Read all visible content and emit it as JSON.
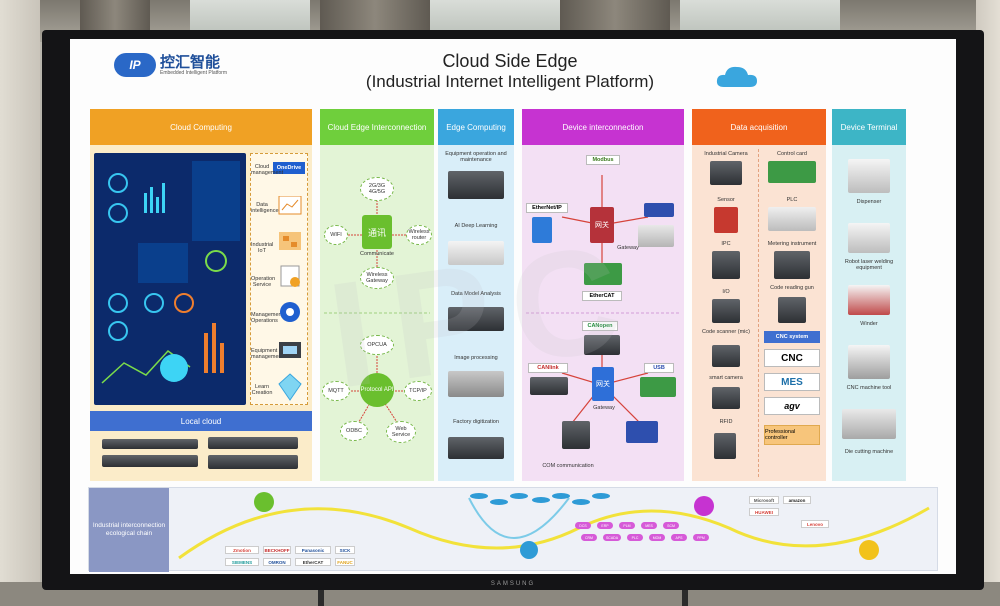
{
  "header": {
    "logo_badge": "IP",
    "logo_cn": "控汇智能",
    "logo_en": "Embedded Intelligent Platform",
    "title_line1": "Cloud Side Edge",
    "title_line2": "(Industrial Internet Intelligent Platform)"
  },
  "cloud_computing": {
    "title": "Cloud Computing",
    "services": [
      "Cloud management",
      "Data intelligence",
      "Industrial IoT",
      "Operation Service",
      "Management Operations",
      "Equipment management",
      "Learn Creation"
    ],
    "badge": "OneDrive",
    "local_cloud": "Local cloud"
  },
  "edge_interconnection": {
    "title": "Cloud Edge Interconnection",
    "hub1_label": "Communicate",
    "hub1_cn": "通讯",
    "hub1_nodes": [
      "2G/3G 4G/5G",
      "WIFI",
      "Wireless router",
      "Wireless Gateway"
    ],
    "hub2_label": "Protocol API",
    "hub2_nodes": [
      "OPCUA",
      "MQTT",
      "TCP/IP",
      "ODBC",
      "Web Service"
    ]
  },
  "edge_computing": {
    "title": "Edge Computing",
    "items": [
      "Equipment operation and maintenance",
      "AI Deep Learning",
      "Data Model Analysis",
      "Image processing",
      "Factory digitization"
    ]
  },
  "device_interconnection": {
    "title": "Device interconnection",
    "protocols_top": [
      "Modbus",
      "EtherNet/IP",
      "EtherCAT"
    ],
    "gateway_label": "Gateway",
    "gateway_cn": "网关",
    "protocols_bottom": [
      "CANopen",
      "CANlink",
      "USB",
      "COM communication"
    ]
  },
  "data_acquisition": {
    "title": "Data acquisition",
    "left": [
      "Industrial Camera",
      "Sensor",
      "IPC",
      "I/O",
      "Code scanner (mic)",
      "smart camera",
      "RFID"
    ],
    "right": [
      "Control card",
      "PLC",
      "Metering instrument",
      "Code reading gun",
      "CNC system",
      "CNC",
      "MES",
      "agv",
      "Professional controller"
    ]
  },
  "device_terminal": {
    "title": "Device Terminal",
    "items": [
      "Dispenser",
      "Robot laser welding equipment",
      "Winder",
      "CNC machine tool",
      "Die cutting machine"
    ]
  },
  "ecosystem": {
    "label": "Industrial interconnection ecological chain",
    "pills": [
      "DCS",
      "ERP",
      "PLM",
      "MES",
      "SCM",
      "CRM",
      "SCADA",
      "PLC",
      "MOM",
      "APS",
      "PPM"
    ],
    "brands_left": [
      "Zmotion",
      "SIEMENS",
      "OMRON",
      "Panasonic",
      "SICK",
      "BECKHOFF",
      "EtherCAT",
      "FANUC"
    ],
    "brands_right": [
      "Microsoft",
      "amazon",
      "HUAWEI",
      "Lenovo"
    ]
  },
  "monitor_brand": "SAMSUNG",
  "watermark": "IPC",
  "colors": {
    "cloud_head": "#f0a124",
    "cloud_bg": "#fbecc9",
    "edge_head": "#6fcf3c",
    "edge_bg": "#e3f4d6",
    "compute_head": "#3aa6de",
    "compute_bg": "#d9eef9",
    "device_head": "#c633d1",
    "device_bg": "#f3e0f4",
    "data_head": "#f0621c",
    "data_bg": "#fbe3d3",
    "terminal_head": "#3db5c6",
    "terminal_bg": "#d8f0f3"
  }
}
